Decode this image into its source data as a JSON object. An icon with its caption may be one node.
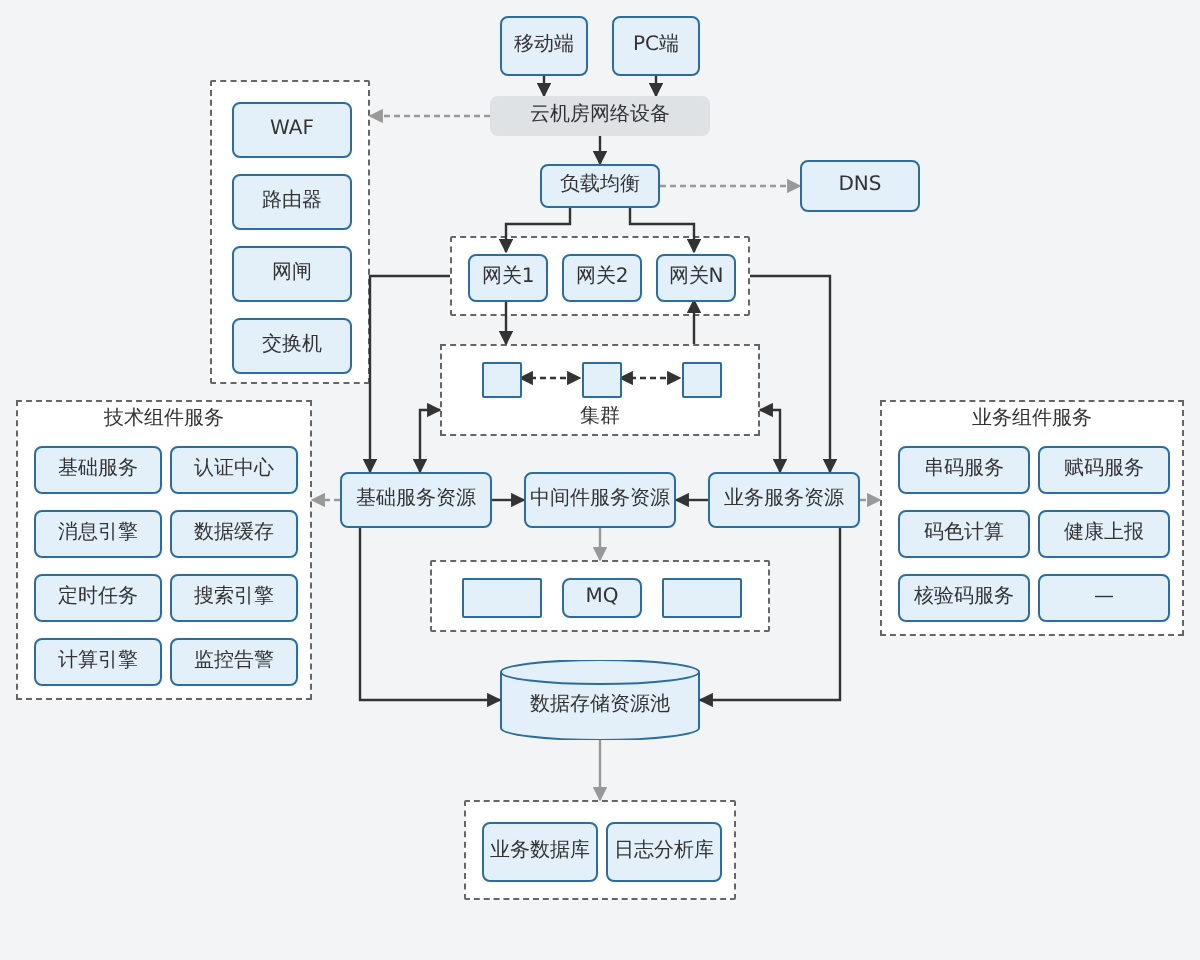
{
  "diagram": {
    "nodes": [
      {
        "text": [
          "移动端"
        ]
      },
      {
        "text": [
          "PC端"
        ]
      },
      {
        "text": [
          "云机房网络设备"
        ]
      },
      {
        "text": [],
        "shape": "box"
      },
      {
        "text": [
          "WAF"
        ],
        "in": 3
      },
      {
        "text": [
          "路由器"
        ],
        "in": 3
      },
      {
        "text": [
          "网闸"
        ],
        "in": 3
      },
      {
        "text": [
          "交换机"
        ],
        "in": 3
      },
      {
        "text": [
          "负载均衡"
        ]
      },
      {
        "text": [
          "DNS"
        ]
      },
      {
        "text": [],
        "shape": "box"
      },
      {
        "text": [
          "网关1"
        ],
        "in": 10
      },
      {
        "text": [
          "网关2"
        ],
        "in": 10
      },
      {
        "text": [
          "网关N"
        ],
        "in": 10
      },
      {
        "text": [
          "集群"
        ]
      },
      {
        "text": [],
        "shape": "box",
        "in": 14
      },
      {
        "text": [],
        "shape": "box",
        "in": 14
      },
      {
        "text": [],
        "shape": "box",
        "in": 14
      },
      {
        "text": [
          "基础服务资源"
        ]
      },
      {
        "text": [
          "中间件服务资源"
        ]
      },
      {
        "text": [
          "业务服务资源"
        ]
      },
      {
        "text": [
          "技术组件服务"
        ]
      },
      {
        "text": [
          "基础服务"
        ],
        "in": 21
      },
      {
        "text": [
          "认证中心"
        ],
        "in": 21
      },
      {
        "text": [
          "消息引擎"
        ],
        "in": 21
      },
      {
        "text": [
          "数据缓存"
        ],
        "in": 21
      },
      {
        "text": [
          "定时任务"
        ],
        "in": 21
      },
      {
        "text": [
          "搜索引擎"
        ],
        "in": 21
      },
      {
        "text": [
          "计算引擎"
        ],
        "in": 21
      },
      {
        "text": [
          "监控告警"
        ],
        "in": 21
      },
      {
        "text": [
          "业务组件服务"
        ]
      },
      {
        "text": [
          "串码服务"
        ],
        "in": 30
      },
      {
        "text": [
          "赋码服务"
        ],
        "in": 30
      },
      {
        "text": [
          "码色计算"
        ],
        "in": 30
      },
      {
        "text": [
          "健康上报"
        ],
        "in": 30
      },
      {
        "text": [
          "核验码服务"
        ],
        "in": 30
      },
      {
        "text": [
          "—"
        ],
        "in": 30
      },
      {
        "text": [],
        "shape": "box"
      },
      {
        "text": [],
        "shape": "box",
        "in": 37
      },
      {
        "text": [
          "MQ"
        ],
        "in": 37
      },
      {
        "text": [],
        "shape": "box",
        "in": 37
      },
      {
        "text": [
          "数据存储资源池"
        ]
      },
      {
        "text": [],
        "shape": "box"
      },
      {
        "text": [
          "业务数据库"
        ],
        "in": 42
      },
      {
        "text": [
          "日志分析库"
        ],
        "in": 42
      }
    ],
    "edges": [
      {
        "from": 0,
        "to": 2,
        "arrow": "to"
      },
      {
        "from": 1,
        "to": 2,
        "arrow": "to"
      },
      {
        "from": 2,
        "to": 3,
        "arrow": "to",
        "style": "dashed",
        "color": "#999999"
      },
      {
        "from": 2,
        "to": 8,
        "arrow": "to"
      },
      {
        "from": 8,
        "to": 9,
        "arrow": "to",
        "style": "dashed",
        "color": "#999999"
      },
      {
        "from": 8,
        "to": 11,
        "arrow": "to"
      },
      {
        "from": 8,
        "to": 13,
        "arrow": "to"
      },
      {
        "from": 11,
        "to": 14,
        "arrow": "to"
      },
      {
        "from": 14,
        "to": 13,
        "arrow": "to"
      },
      {
        "from": 15,
        "to": 16,
        "arrow": "both",
        "style": "dashed"
      },
      {
        "from": 16,
        "to": 17,
        "arrow": "both",
        "style": "dashed"
      },
      {
        "from": 10,
        "to": 18,
        "arrow": "to"
      },
      {
        "from": 10,
        "to": 20,
        "arrow": "to"
      },
      {
        "from": 14,
        "to": 18,
        "arrow": "both"
      },
      {
        "from": 14,
        "to": 20,
        "arrow": "both"
      },
      {
        "from": 18,
        "to": 19,
        "arrow": "to"
      },
      {
        "from": 20,
        "to": 19,
        "arrow": "to"
      },
      {
        "from": 18,
        "to": 21,
        "arrow": "to",
        "style": "dashed",
        "color": "#999999"
      },
      {
        "from": 20,
        "to": 30,
        "arrow": "to",
        "style": "dashed",
        "color": "#999999"
      },
      {
        "from": 19,
        "to": 37,
        "arrow": "to",
        "color": "#999999"
      },
      {
        "from": 18,
        "to": 41,
        "arrow": "to"
      },
      {
        "from": 20,
        "to": 41,
        "arrow": "to"
      },
      {
        "from": 41,
        "to": 42,
        "arrow": "to",
        "color": "#999999"
      }
    ]
  }
}
